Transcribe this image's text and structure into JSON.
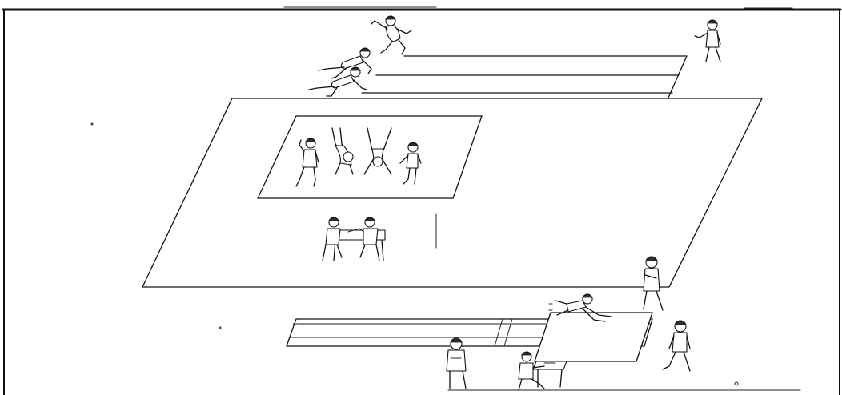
{
  "drawing": {
    "style": "black-and-white line drawing",
    "background": "#ffffff",
    "ink": "#111111",
    "zones": [
      "running-track",
      "playing-field",
      "gymnastics-mat",
      "writing-table",
      "long-jump-runway",
      "landing-pit",
      "judge-table"
    ],
    "figures": [
      "starter-figure",
      "runner-crouch-1",
      "runner-crouch-2",
      "finish-judge-figure",
      "gymnast-1",
      "gymnast-2",
      "gymnast-3",
      "gymnast-4",
      "seated-figure-1",
      "seated-figure-2",
      "watching-figure",
      "long-jumper",
      "walking-figure",
      "back-view-figure",
      "seated-judge"
    ]
  }
}
